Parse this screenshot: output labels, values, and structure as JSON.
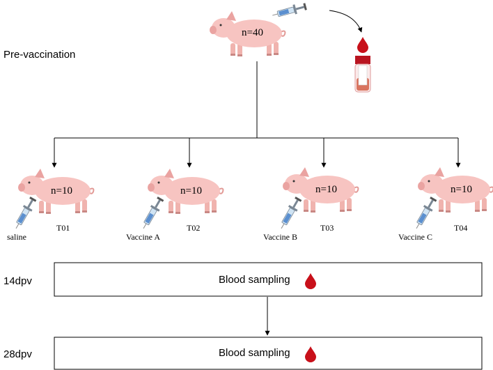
{
  "pre_vaccination": {
    "label": "Pre-vaccination",
    "count": "n=40"
  },
  "groups": [
    {
      "group": "T01",
      "count": "n=10",
      "treatment": "saline"
    },
    {
      "group": "T02",
      "count": "n=10",
      "treatment": "Vaccine A"
    },
    {
      "group": "T03",
      "count": "n=10",
      "treatment": "Vaccine B"
    },
    {
      "group": "T04",
      "count": "n=10",
      "treatment": "Vaccine C"
    }
  ],
  "timepoints": [
    {
      "label": "14dpv",
      "box_text": "Blood sampling"
    },
    {
      "label": "28dpv",
      "box_text": "Blood sampling"
    }
  ],
  "colors": {
    "pig_body": "#f7c4c1",
    "pig_dark": "#eaa3a1",
    "pig_outline": "#c98884",
    "blood": "#c8101a",
    "tube_fill": "#d9745f"
  }
}
